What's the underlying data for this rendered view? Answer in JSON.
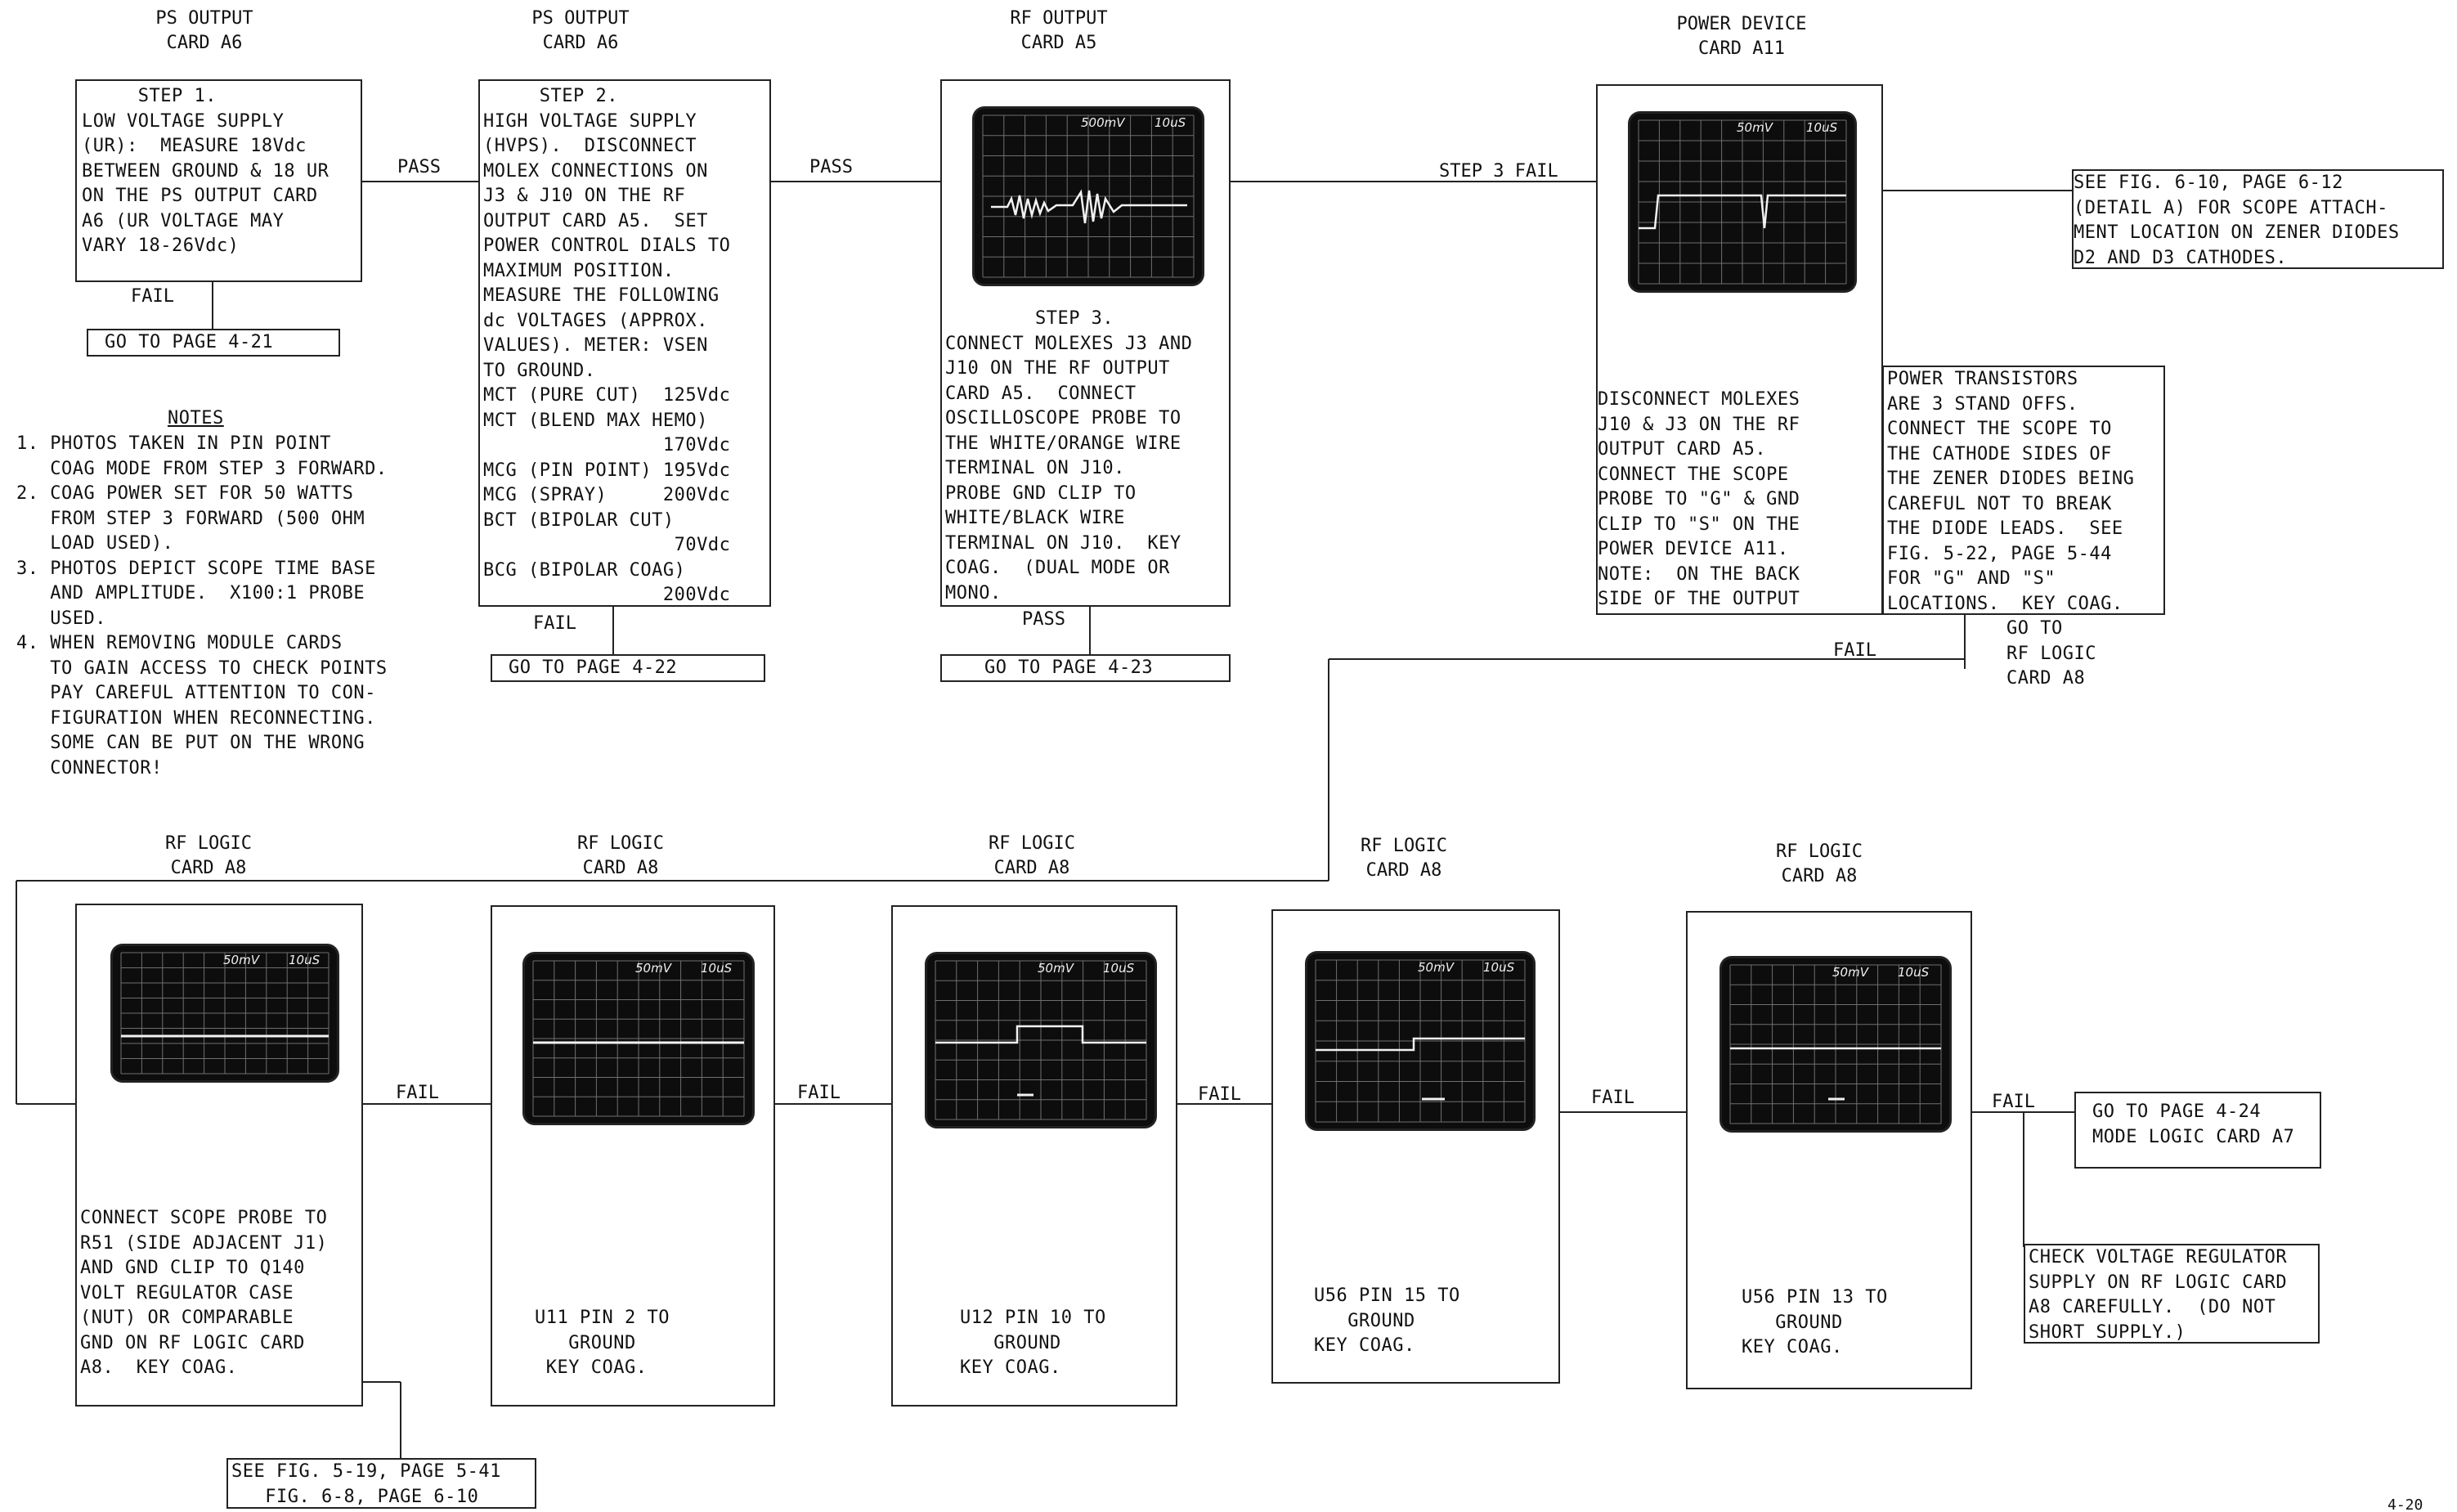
{
  "headers": {
    "ps_output_1": "PS OUTPUT\nCARD A6",
    "ps_output_2": "PS OUTPUT\nCARD A6",
    "rf_output": "RF OUTPUT\nCARD A5",
    "power_device": "POWER DEVICE\nCARD A11",
    "rf_logic_1": "RF LOGIC\nCARD A8",
    "rf_logic_2": "RF LOGIC\nCARD A8",
    "rf_logic_3": "RF LOGIC\nCARD A8",
    "rf_logic_4": "RF LOGIC\nCARD A8",
    "rf_logic_5": "RF LOGIC\nCARD A8"
  },
  "steps": {
    "step1": "     STEP 1.\nLOW VOLTAGE SUPPLY\n(UR):  MEASURE 18Vdc\nBETWEEN GROUND & 18 UR\nON THE PS OUTPUT CARD\nA6 (UR VOLTAGE MAY\nVARY 18-26Vdc)",
    "step2": "     STEP 2.\nHIGH VOLTAGE SUPPLY\n(HVPS).  DISCONNECT\nMOLEX CONNECTIONS ON\nJ3 & J10 ON THE RF\nOUTPUT CARD A5.  SET\nPOWER CONTROL DIALS TO\nMAXIMUM POSITION.\nMEASURE THE FOLLOWING\ndc VOLTAGES (APPROX.\nVALUES). METER: VSEN\nTO GROUND.\nMCT (PURE CUT)  125Vdc\nMCT (BLEND MAX HEMO)\n                170Vdc\nMCG (PIN POINT) 195Vdc\nMCG (SPRAY)     200Vdc\nBCT (BIPOLAR CUT)\n                 70Vdc\nBCG (BIPOLAR COAG)\n                200Vdc",
    "step3": "        STEP 3.\nCONNECT MOLEXES J3 AND\nJ10 ON THE RF OUTPUT\nCARD A5.  CONNECT\nOSCILLOSCOPE PROBE TO\nTHE WHITE/ORANGE WIRE\nTERMINAL ON J10.\nPROBE GND CLIP TO\nWHITE/BLACK WIRE\nTERMINAL ON J10.  KEY\nCOAG.  (DUAL MODE OR\nMONO.",
    "power_device_text": "DISCONNECT MOLEXES\nJ10 & J3 ON THE RF\nOUTPUT CARD A5.\nCONNECT THE SCOPE\nPROBE TO \"G\" & GND\nCLIP TO \"S\" ON THE\nPOWER DEVICE A11.\nNOTE:  ON THE BACK\nSIDE OF THE OUTPUT",
    "power_transistors": "POWER TRANSISTORS\nARE 3 STAND OFFS.\nCONNECT THE SCOPE TO\nTHE CATHODE SIDES OF\nTHE ZENER DIODES BEING\nCAREFUL NOT TO BREAK\nTHE DIODE LEADS.  SEE\nFIG. 5-22, PAGE 5-44\nFOR \"G\" AND \"S\"\nLOCATIONS.  KEY COAG.",
    "see_fig_610": "SEE FIG. 6-10, PAGE 6-12\n(DETAIL A) FOR SCOPE ATTACH-\nMENT LOCATION ON ZENER DIODES\nD2 AND D3 CATHODES.",
    "go_rf_logic": "GO TO\nRF LOGIC\nCARD A8",
    "logic1": "CONNECT SCOPE PROBE TO\nR51 (SIDE ADJACENT J1)\nAND GND CLIP TO Q140\nVOLT REGULATOR CASE\n(NUT) OR COMPARABLE\nGND ON RF LOGIC CARD\nA8.  KEY COAG.",
    "logic2": "U11 PIN 2 TO\n   GROUND\n KEY COAG.",
    "logic3": "U12 PIN 10 TO\n   GROUND\nKEY COAG.",
    "logic4": "U56 PIN 15 TO\n   GROUND\nKEY COAG.",
    "logic5": "U56 PIN 13 TO\n   GROUND\nKEY COAG.",
    "see_fig_519": "SEE FIG. 5-19, PAGE 5-41\n   FIG. 6-8, PAGE 6-10",
    "go_4_24": "GO TO PAGE 4-24\nMODE LOGIC CARD A7",
    "check_regulator": "CHECK VOLTAGE REGULATOR\nSUPPLY ON RF LOGIC CARD\nA8 CAREFULLY.  (DO NOT\nSHORT SUPPLY.)"
  },
  "goto": {
    "page_4_21": "GO TO PAGE 4-21",
    "page_4_22": "GO TO PAGE 4-22",
    "page_4_23": "GO TO PAGE 4-23"
  },
  "labels": {
    "pass": "PASS",
    "fail": "FAIL",
    "step3_fail": "STEP 3 FAIL"
  },
  "notes": {
    "title": "NOTES",
    "items": [
      "1. PHOTOS TAKEN IN PIN POINT\n   COAG MODE FROM STEP 3 FORWARD.",
      "2. COAG POWER SET FOR 50 WATTS\n   FROM STEP 3 FORWARD (500 OHM\n   LOAD USED).",
      "3. PHOTOS DEPICT SCOPE TIME BASE\n   AND AMPLITUDE.  X100:1 PROBE\n   USED.",
      "4. WHEN REMOVING MODULE CARDS\n   TO GAIN ACCESS TO CHECK POINTS\n   PAY CAREFUL ATTENTION TO CON-\n   FIGURATION WHEN RECONNECTING.\n   SOME CAN BE PUT ON THE WRONG\n   CONNECTOR!"
    ]
  },
  "scopes": {
    "rf_output": {
      "volts": "500mV",
      "time": "10uS"
    },
    "power_device": {
      "volts": "50mV",
      "time": "10uS"
    },
    "logic1": {
      "volts": "50mV",
      "time": "10uS"
    },
    "logic2": {
      "volts": "50mV",
      "time": "10uS"
    },
    "logic3": {
      "volts": "50mV",
      "time": "10uS"
    },
    "logic4": {
      "volts": "50mV",
      "time": "10uS"
    },
    "logic5": {
      "volts": "50mV",
      "time": "10uS"
    }
  },
  "page_number": "4-20",
  "colors": {
    "ink": "#111111",
    "scope_bg": "#0d0d0d",
    "trace": "#f2f2f2"
  }
}
